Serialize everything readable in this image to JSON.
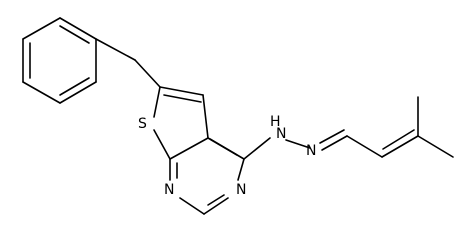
{
  "molecule": {
    "atoms": {
      "sulfur": "S",
      "nitrogen_n1": "N",
      "nitrogen_n3": "N",
      "hydrazine_nh": "H",
      "hydrazine_nh_n": "N",
      "imine_n": "N"
    },
    "colors": {
      "bonds": "#000000",
      "labels": "#000000",
      "background": "#ffffff"
    }
  }
}
